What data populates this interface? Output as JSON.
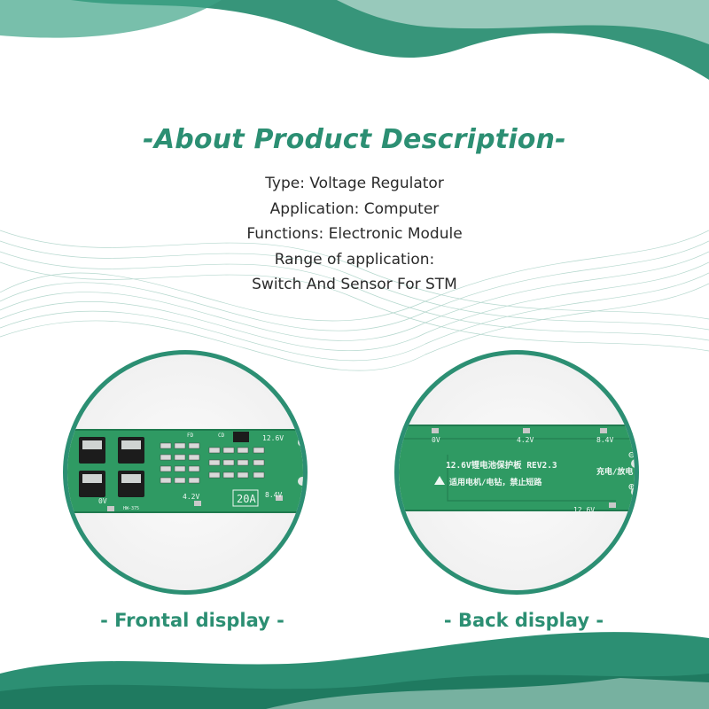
{
  "heading": "-About Product Description-",
  "description": [
    "Type: Voltage Regulator",
    "Application: Computer",
    "Functions: Electronic Module",
    "Range of application:",
    "Switch And Sensor For STM"
  ],
  "front": {
    "caption": "- Frontal display -",
    "labels": {
      "v126": "12.6V",
      "v42": "4.2V",
      "v84": "8.4V",
      "v0": "0V",
      "rating": "20A",
      "model": "HW-375",
      "fd": "FD",
      "cd": "CD"
    }
  },
  "back": {
    "caption": "- Back display -",
    "labels": {
      "v0": "0V",
      "v42": "4.2V",
      "v84": "8.4V",
      "v126": "12.6V",
      "board_title": "12.6V锂电池保护板 REV2.3",
      "usage_note": "适用电机/电钻，禁止短路",
      "charge_label": "充电/放电",
      "minus": "⊖",
      "plus": "⊕"
    }
  },
  "colors": {
    "accent": "#2c8f73",
    "board": "#2f9a63",
    "board_dark": "#1f7a4e"
  }
}
